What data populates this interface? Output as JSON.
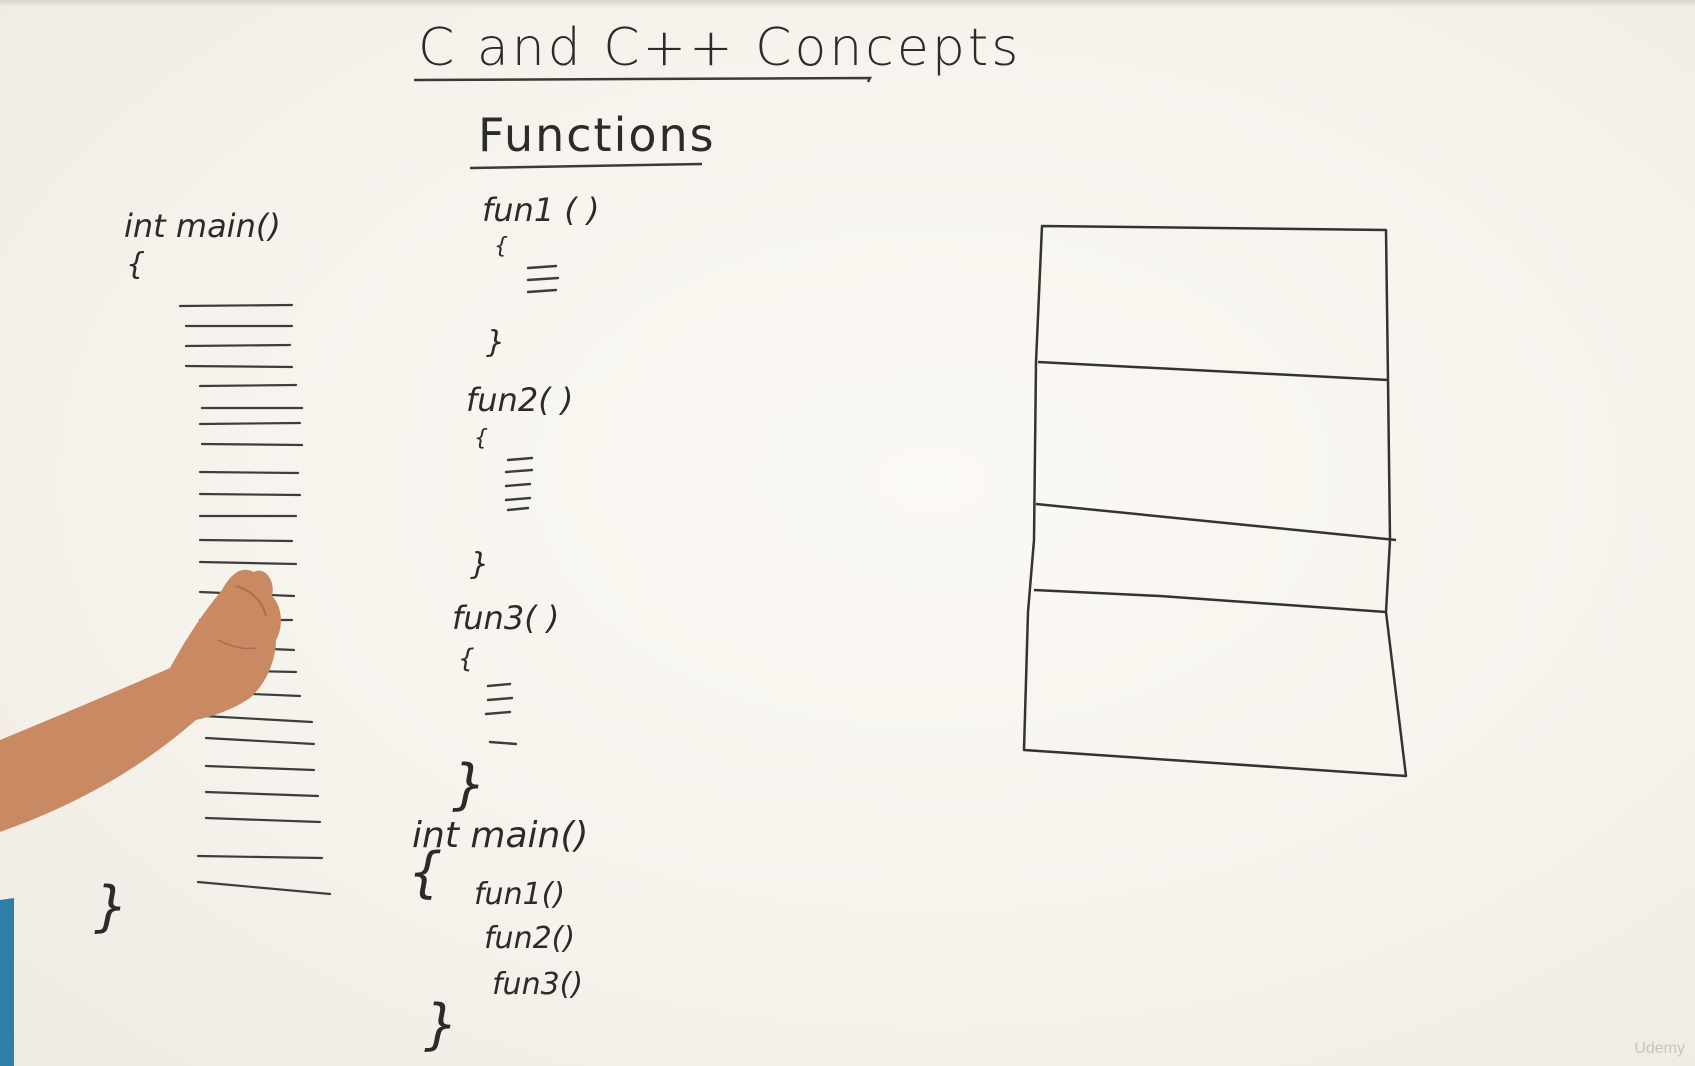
{
  "board": {
    "title": "C and C++ Concepts",
    "subtitle": "Functions",
    "left_program": {
      "header": "int main()",
      "open_brace": "{",
      "close_brace": "}"
    },
    "functions": [
      {
        "header": "fun1 ( )",
        "open_brace": "{",
        "close_brace": "}"
      },
      {
        "header": "fun2( )",
        "open_brace": "{",
        "close_brace": "}"
      },
      {
        "header": "fun3( )",
        "open_brace": "{",
        "close_brace": "}"
      }
    ],
    "main_program": {
      "header": "int main()",
      "open_brace": "{",
      "calls": [
        "fun1()",
        "fun2()",
        "fun3()"
      ],
      "close_brace": "}"
    }
  },
  "watermark": "Udemy",
  "colors": {
    "ink": "#2b2b2b",
    "board": "#f7f4ef",
    "skin": "#c98a63"
  }
}
